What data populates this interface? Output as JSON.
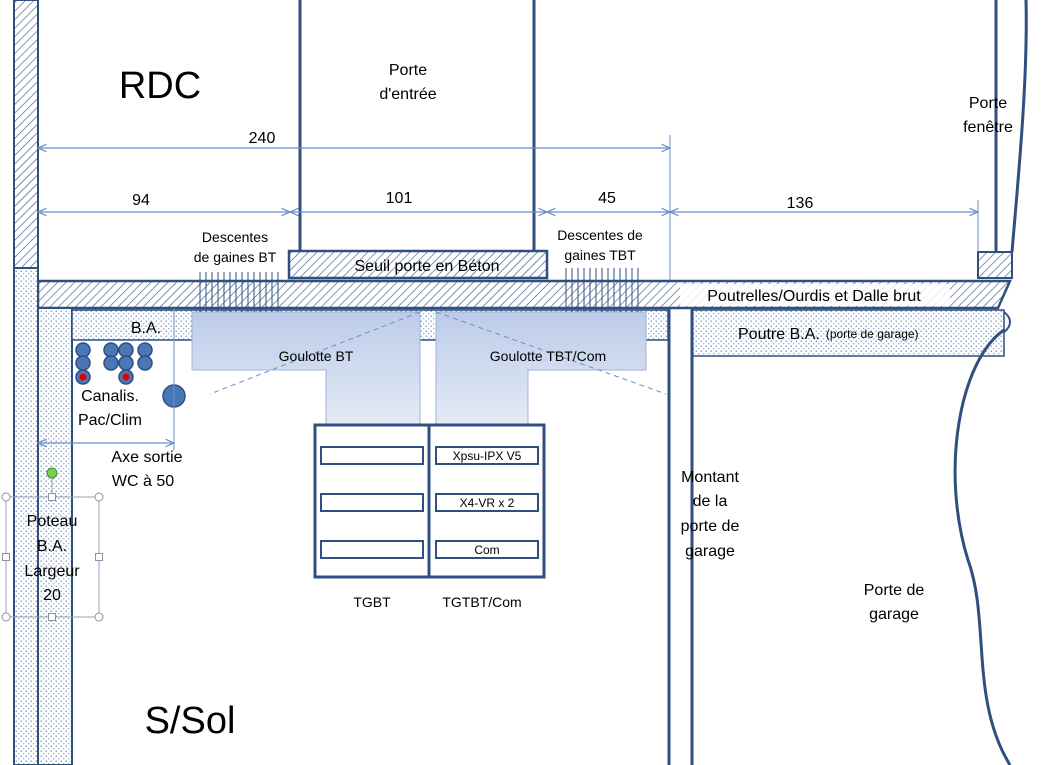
{
  "levels": {
    "rdc": "RDC",
    "ssol": "S/Sol"
  },
  "doors": {
    "entree": [
      "Porte",
      "d'entrée"
    ],
    "fenetre": [
      "Porte",
      "fenêtre"
    ],
    "garage": [
      "Porte de",
      "garage"
    ]
  },
  "dimensions": {
    "total": "240",
    "d1": "94",
    "d2": "101",
    "d3": "45",
    "d4": "136"
  },
  "labels": {
    "descentes_bt": [
      "Descentes",
      "de gaines BT"
    ],
    "descentes_tbt": [
      "Descentes de",
      "gaines TBT"
    ],
    "seuil": "Seuil porte en Béton",
    "poutrelles": "Poutrelles/Ourdis et Dalle brut",
    "poutre_ba": "Poutre B.A.",
    "poutre_ba_note": "(porte de garage)",
    "ba": "B.A.",
    "goulotte_bt": "Goulotte BT",
    "goulotte_tbt": "Goulotte TBT/Com",
    "canalis": [
      "Canalis.",
      "Pac/Clim"
    ],
    "axe_wc": [
      "Axe sortie",
      "WC à 50"
    ],
    "poteau": [
      "Poteau",
      "B.A.",
      "Largeur",
      "20"
    ],
    "montant": [
      "Montant",
      "de la",
      "porte de",
      "garage"
    ]
  },
  "panels": {
    "tgbt": "TGBT",
    "tgtbt": "TGTBT/Com",
    "tgtbt_modules": [
      "Xpsu-IPX V5",
      "X4-VR x 2",
      "Com"
    ]
  },
  "colors": {
    "line": "#2f4f7f",
    "dim": "#6b8fc7",
    "duct": "#c9d5ec",
    "conduit": "#4a78b6",
    "conduit_dark": "#2d4f86",
    "red_dot": "#e00000"
  }
}
